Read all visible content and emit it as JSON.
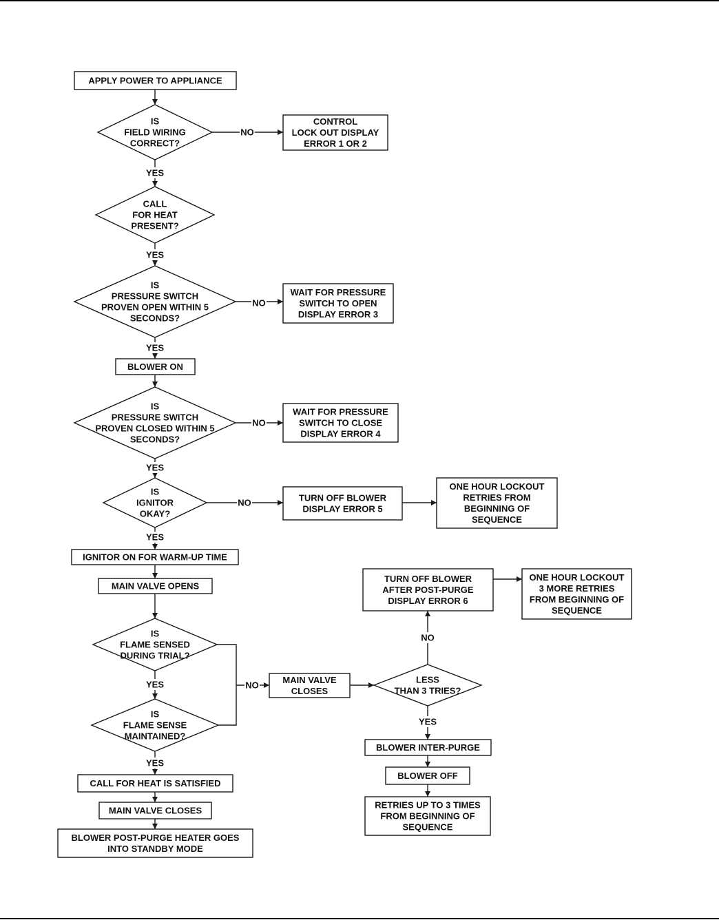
{
  "labels": {
    "yes": "YES",
    "no": "NO"
  },
  "boxes": {
    "apply_power": [
      "APPLY POWER TO APPLIANCE"
    ],
    "control_lockout": [
      "CONTROL",
      "LOCK OUT DISPLAY",
      "ERROR 1 OR 2"
    ],
    "wait_open": [
      "WAIT FOR PRESSURE",
      "SWITCH TO OPEN",
      "DISPLAY ERROR 3"
    ],
    "blower_on": [
      "BLOWER ON"
    ],
    "wait_close": [
      "WAIT FOR PRESSURE",
      "SWITCH TO CLOSE",
      "DISPLAY ERROR 4"
    ],
    "turn_off_err5": [
      "TURN OFF BLOWER",
      "DISPLAY ERROR 5"
    ],
    "lockout_1": [
      "ONE HOUR LOCKOUT",
      "RETRIES FROM",
      "BEGINNING OF",
      "SEQUENCE"
    ],
    "ignitor_on": [
      "IGNITOR ON FOR WARM-UP TIME"
    ],
    "main_valve_opens": [
      "MAIN VALVE OPENS"
    ],
    "turn_off_err6": [
      "TURN OFF BLOWER",
      "AFTER POST-PURGE",
      "DISPLAY ERROR 6"
    ],
    "lockout_2": [
      "ONE HOUR LOCKOUT",
      "3 MORE RETRIES",
      "FROM BEGINNING OF",
      "SEQUENCE"
    ],
    "main_valve_closes_mid": [
      "MAIN VALVE",
      "CLOSES"
    ],
    "inter_purge": [
      "BLOWER INTER-PURGE"
    ],
    "blower_off": [
      "BLOWER OFF"
    ],
    "retries": [
      "RETRIES UP TO 3 TIMES",
      "FROM BEGINNING OF",
      "SEQUENCE"
    ],
    "call_satisfied": [
      "CALL FOR HEAT IS SATISFIED"
    ],
    "main_valve_closes_final": [
      "MAIN VALVE CLOSES"
    ],
    "post_purge": [
      "BLOWER POST-PURGE HEATER GOES",
      "INTO STANDBY MODE"
    ]
  },
  "decisions": {
    "field_wiring": [
      "IS",
      "FIELD WIRING",
      "CORRECT?"
    ],
    "call_for_heat": [
      "CALL",
      "FOR HEAT",
      "PRESENT?"
    ],
    "ps_open": [
      "IS",
      "PRESSURE SWITCH",
      "PROVEN OPEN WITHIN 5",
      "SECONDS?"
    ],
    "ps_closed": [
      "IS",
      "PRESSURE SWITCH",
      "PROVEN CLOSED WITHIN 5",
      "SECONDS?"
    ],
    "ignitor_ok": [
      "IS",
      "IGNITOR",
      "OKAY?"
    ],
    "flame_trial": [
      "IS",
      "FLAME SENSED",
      "DURING TRIAL?"
    ],
    "flame_maintained": [
      "IS",
      "FLAME SENSE",
      "MAINTAINED?"
    ],
    "less_than_3": [
      "LESS",
      "THAN 3 TRIES?"
    ]
  }
}
